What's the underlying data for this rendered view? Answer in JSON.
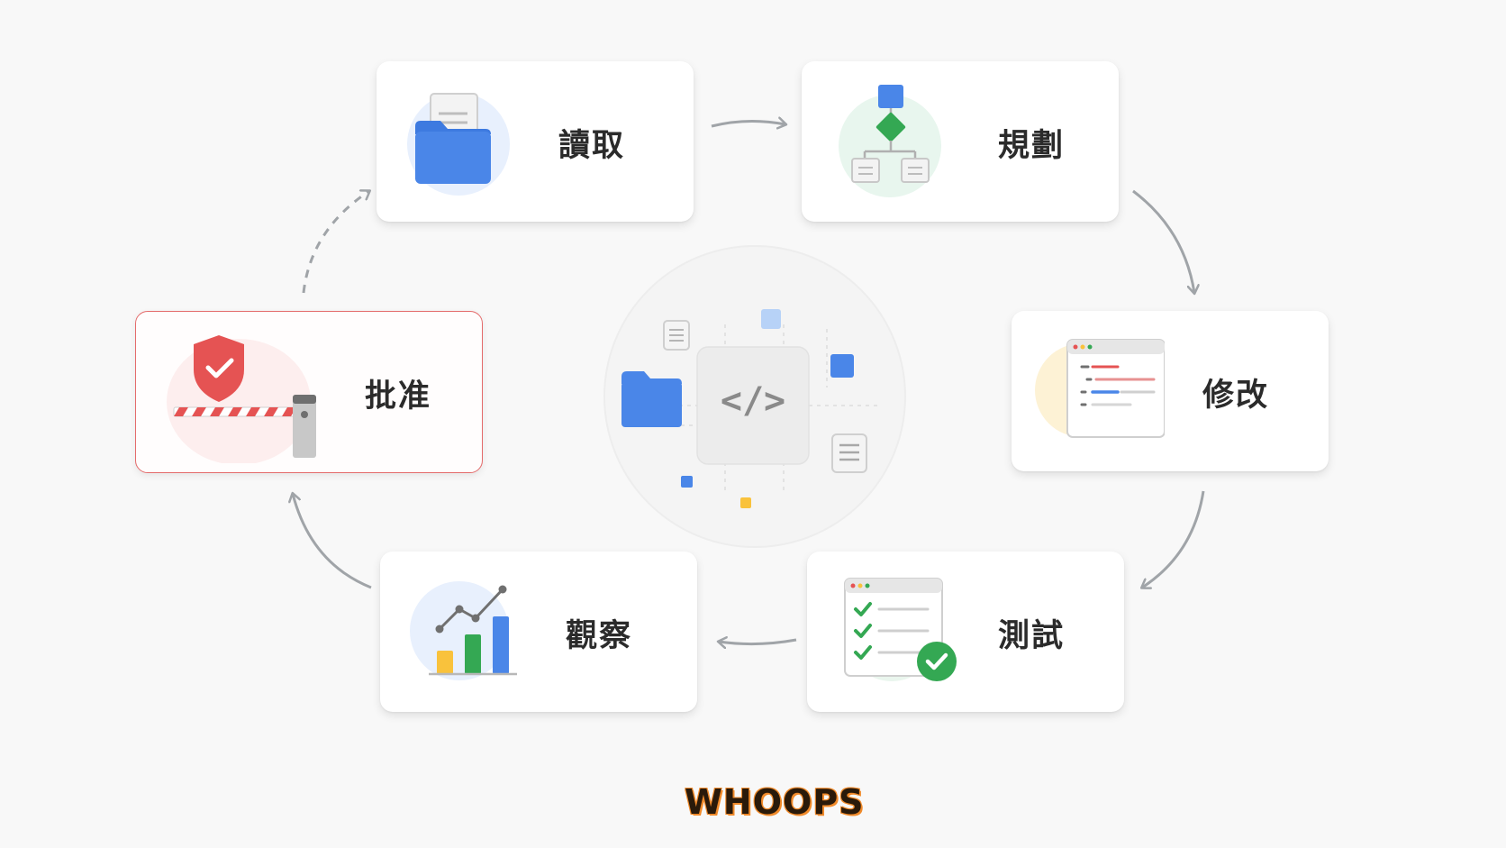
{
  "steps": {
    "read": {
      "label": "讀取",
      "icon": "folder-icon"
    },
    "plan": {
      "label": "規劃",
      "icon": "flowchart-icon"
    },
    "modify": {
      "label": "修改",
      "icon": "code-editor-icon"
    },
    "test": {
      "label": "測試",
      "icon": "checklist-icon"
    },
    "observe": {
      "label": "觀察",
      "icon": "chart-icon"
    },
    "approve": {
      "label": "批准",
      "icon": "shield-gate-icon"
    }
  },
  "center": {
    "symbol": "</>",
    "icon": "code-icon"
  },
  "brand": {
    "text": "WHOOPS"
  },
  "colors": {
    "blue": "#4a86e8",
    "green": "#34a853",
    "yellow": "#f9c23c",
    "red": "#e55353",
    "arrow": "#9aa0a6"
  }
}
